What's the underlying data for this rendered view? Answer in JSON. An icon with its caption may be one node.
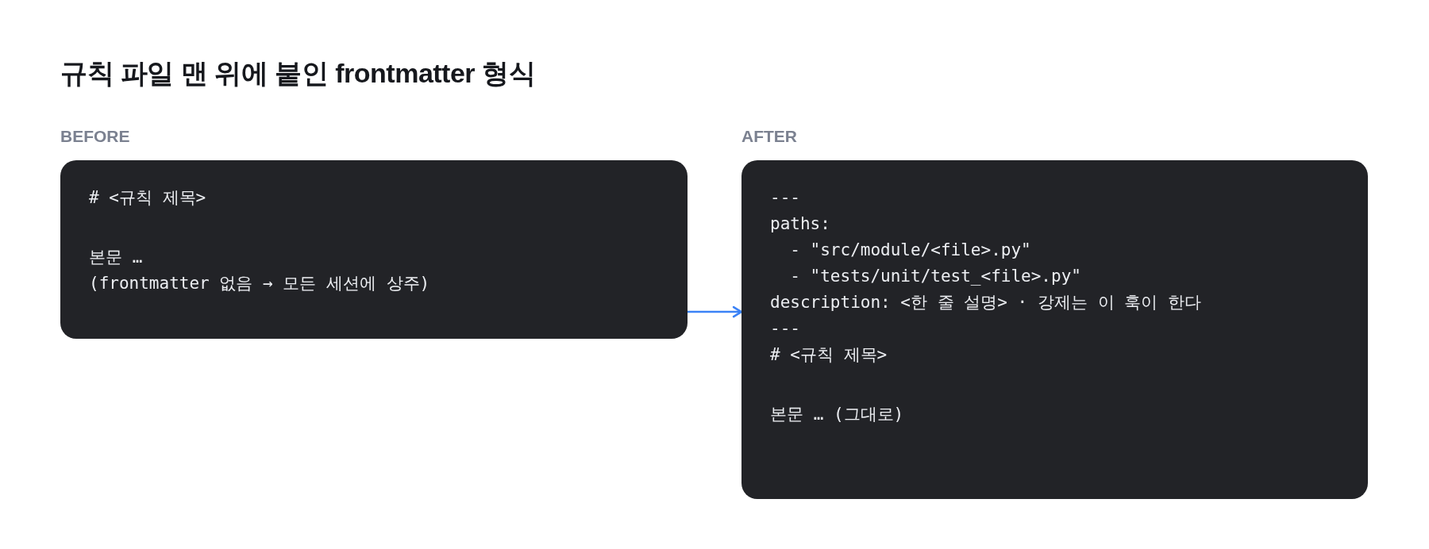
{
  "diagram": {
    "title": "규칙 파일 맨 위에 붙인 frontmatter 형식",
    "nodes": [
      {
        "text": [
          "BEFORE",
          "# <규칙 제목>",
          "본문 …",
          "(frontmatter 없음 → 모든 세션에 상주)"
        ]
      },
      {
        "text": [
          "AFTER",
          "---",
          "paths:",
          "  - \"src/module/<file>.py\"",
          "  - \"tests/unit/test_<file>.py\"",
          "description: <한 줄 설명> · 강제는 이 훅이 한다",
          "---",
          "# <규칙 제목>",
          "본문 … (그대로)"
        ]
      }
    ],
    "edges": [
      {
        "from": 0,
        "to": 1,
        "arrow": "to"
      }
    ]
  }
}
